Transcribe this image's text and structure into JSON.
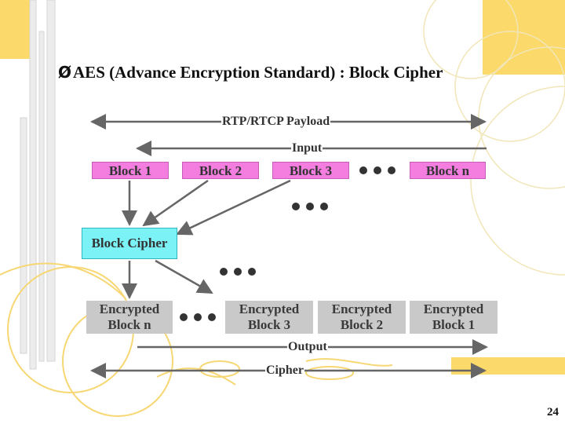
{
  "slide": {
    "title_bullet": "Ø",
    "title": "AES (Advance Encryption Standard) : Block Cipher",
    "page_number": "24"
  },
  "diagram": {
    "payload_label": "RTP/RTCP Payload",
    "input_label": "Input",
    "input_blocks": [
      "Block 1",
      "Block 2",
      "Block 3",
      "Block n"
    ],
    "block_cipher_label": "Block Cipher",
    "encrypted_blocks": [
      {
        "line1": "Encrypted",
        "line2": "Block n"
      },
      {
        "line1": "Encrypted",
        "line2": "Block 3"
      },
      {
        "line1": "Encrypted",
        "line2": "Block 2"
      },
      {
        "line1": "Encrypted",
        "line2": "Block 1"
      }
    ],
    "output_label": "Output",
    "cipher_label": "Cipher"
  },
  "colors": {
    "input_block_fill": "#f37ee0",
    "cipher_box_fill": "#7af2f6",
    "encrypted_block_fill": "#c9c9c9",
    "decor_yellow": "#fbd96a"
  }
}
